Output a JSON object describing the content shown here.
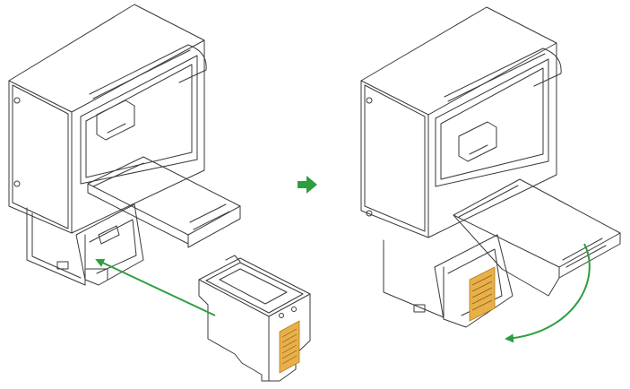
{
  "figure": {
    "panels": [
      {
        "id": "step-1",
        "action": "insert-cartridge"
      },
      {
        "id": "step-2",
        "action": "close-cover"
      }
    ],
    "colors": {
      "background": "#ffffff",
      "line": "#3a3a3a",
      "arrow_green": "#2e9e3e",
      "contacts": "#e8b04a",
      "contacts_stroke": "#b37a1a"
    },
    "icons": [
      "next-step-arrow-icon",
      "insert-direction-arrow-icon",
      "close-direction-arrow-icon"
    ]
  }
}
